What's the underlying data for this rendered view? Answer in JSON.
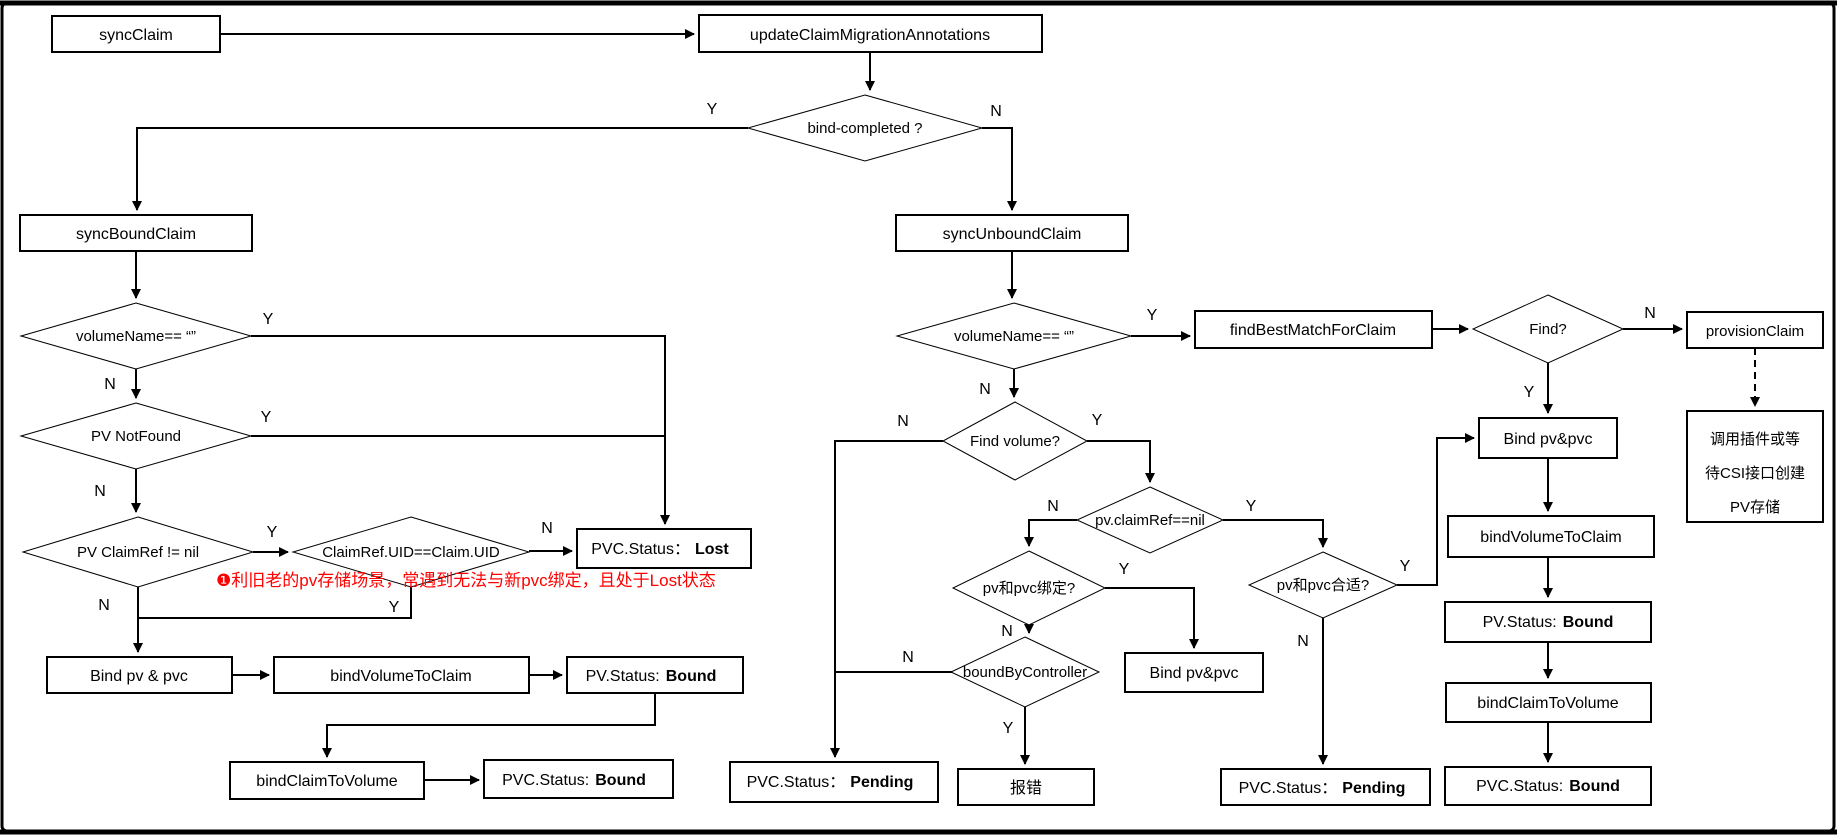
{
  "diagram": {
    "yes": "Y",
    "no": "N",
    "nodes": {
      "syncClaim": "syncClaim",
      "updateClaimMigrationAnnotations": "updateClaimMigrationAnnotations",
      "bindCompleted": "bind-completed ?",
      "syncBoundClaim": "syncBoundClaim",
      "volumeNameEmptyLeft": "volumeName==  “”",
      "pvNotFound": "PV NotFound",
      "pvClaimRefNotNil": "PV ClaimRef != nil",
      "claimRefUidEqClaimUid": "ClaimRef.UID==Claim.UID",
      "pvcStatusLost": {
        "prefix": "PVC.Status：",
        "value": "Lost"
      },
      "bindPvPvcLeft": "Bind pv & pvc",
      "bindVolumeToClaimLeft": "bindVolumeToClaim",
      "pvStatusBoundLeft": {
        "prefix": "PV.Status:",
        "value": "Bound"
      },
      "bindClaimToVolumeLeft": "bindClaimToVolume",
      "pvcStatusBoundLeft": {
        "prefix": "PVC.Status:",
        "value": "Bound"
      },
      "syncUnboundClaim": "syncUnboundClaim",
      "volumeNameEmptyRight": "volumeName==  “”",
      "findBestMatchForClaim": "findBestMatchForClaim",
      "findQ": "Find?",
      "provisionClaim": "provisionClaim",
      "csiNote": {
        "line1": "调用插件或等",
        "line2": "待CSI接口创建",
        "line3": "PV存储"
      },
      "findVolume": "Find volume?",
      "pvClaimRefEqNil": "pv.claimRef==nil",
      "pvPvcBound": "pv和pvc绑定?",
      "pvPvcSuitable": "pv和pvc合适?",
      "boundByController": "boundByController",
      "bindPvPvcMid": "Bind pv&pvc",
      "errorReport": "报错",
      "pvcStatusPendingMid": {
        "prefix": "PVC.Status：",
        "value": "Pending"
      },
      "pvcStatusPendingRight": {
        "prefix": "PVC.Status：",
        "value": "Pending"
      },
      "bindPvPvcRight": "Bind pv&pvc",
      "bindVolumeToClaimRight": "bindVolumeToClaim",
      "pvStatusBoundRight": {
        "prefix": "PV.Status:",
        "value": "Bound"
      },
      "bindClaimToVolumeRight": "bindClaimToVolume",
      "pvcStatusBoundRight": {
        "prefix": "PVC.Status:",
        "value": "Bound"
      }
    },
    "annotation": {
      "marker": "❶",
      "text": "利旧老的pv存储场景，常遇到无法与新pvc绑定，且处于Lost状态"
    },
    "colors": {
      "line": "#000000",
      "annotation_red": "#FF0000",
      "node_fill": "#FFFFFF",
      "background": "#FFFFFF"
    }
  }
}
